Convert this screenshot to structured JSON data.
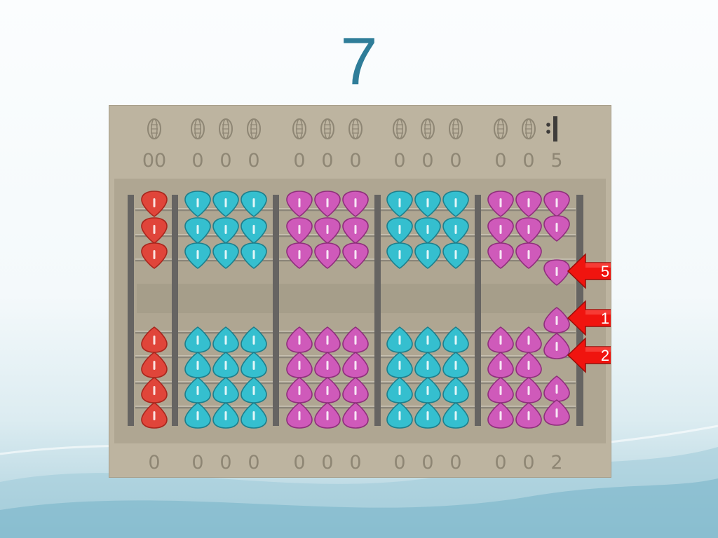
{
  "slide": {
    "title": "7"
  },
  "abacus": {
    "top_digits": [
      "00",
      "0",
      "0",
      "0",
      "0",
      "0",
      "0",
      "0",
      "0",
      "0",
      "0",
      "0",
      "5"
    ],
    "bottom_digits": [
      "0",
      "0",
      "0",
      "0",
      "0",
      "0",
      "0",
      "0",
      "0",
      "0",
      "0",
      "0",
      "2"
    ],
    "group_colors": [
      "#e0453a",
      "#35bfcf",
      "#cf5aba",
      "#35bfcf",
      "#cf5aba"
    ]
  },
  "arrows": [
    {
      "label": "5"
    },
    {
      "label": "1"
    },
    {
      "label": "2"
    }
  ]
}
